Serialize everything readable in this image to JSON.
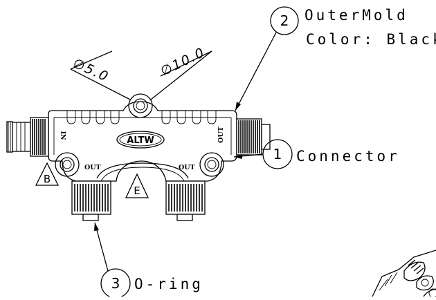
{
  "callouts": [
    {
      "number": "2",
      "lines": [
        "OuterMold",
        "Color: Black"
      ]
    },
    {
      "number": "1",
      "lines": [
        "Connector"
      ]
    },
    {
      "number": "3",
      "lines": [
        "O-ring"
      ]
    }
  ],
  "dimensions": {
    "small_hole": "∅5.0",
    "large_hole": "∅10.0"
  },
  "body": {
    "logo": "ALTW",
    "port_in": "IN",
    "port_out_right": "OUT",
    "port_out_left_bottom": "OUT",
    "port_out_right_bottom": "OUT"
  },
  "view_markers": [
    "B",
    "E"
  ]
}
